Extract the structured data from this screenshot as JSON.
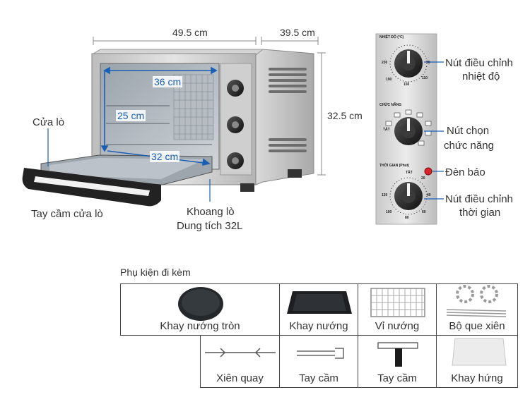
{
  "dimensions": {
    "width": "49.5 cm",
    "depth": "39.5 cm",
    "height": "32.5 cm",
    "interior_width": "36 cm",
    "interior_height": "25 cm",
    "interior_depth": "32 cm"
  },
  "oven_labels": {
    "door": "Cửa lò",
    "door_handle": "Tay cầm cửa lò",
    "cavity_line1": "Khoang lò",
    "cavity_line2": "Dung tích 32L"
  },
  "control_labels": {
    "temp_knob_line1": "Nút điều chỉnh",
    "temp_knob_line2": "nhiệt độ",
    "function_knob_line1": "Nút chọn",
    "function_knob_line2": "chức năng",
    "indicator_light": "Đèn báo",
    "timer_knob_line1": "Nút điều chỉnh",
    "timer_knob_line2": "thời gian"
  },
  "panel_text": {
    "temp_title": "NHIỆT ĐỘ (°C)",
    "func_title": "CHỨC NĂNG",
    "time_title": "THỜI GIAN (Phút)",
    "temp_230": "230",
    "temp_190": "190",
    "temp_150": "150",
    "temp_110": "110",
    "temp_70": "70",
    "func_off": "TẮT",
    "time_off": "TẮT",
    "time_20": "20",
    "time_40": "40",
    "time_60": "60",
    "time_80": "80",
    "time_100": "100",
    "time_120": "120"
  },
  "accessories": {
    "title": "Phụ kiện đi kèm",
    "items": [
      {
        "label": "Khay nướng tròn",
        "icon": "round-baking-tray-icon"
      },
      {
        "label": "Khay nướng",
        "icon": "baking-tray-icon"
      },
      {
        "label": "Vỉ nướng",
        "icon": "wire-rack-icon"
      },
      {
        "label": "Bộ que xiên",
        "icon": "skewer-set-icon"
      },
      {
        "label": "Xiên quay",
        "icon": "rotisserie-spit-icon"
      },
      {
        "label": "Tay cầm",
        "icon": "tray-handle-icon"
      },
      {
        "label": "Tay cầm",
        "icon": "rack-handle-icon"
      },
      {
        "label": "Khay hứng",
        "icon": "crumb-tray-icon"
      }
    ]
  },
  "colors": {
    "dimension_blue": "#1a5fb4",
    "steel": "#c8c8c8",
    "indicator_red": "#d9232a"
  }
}
